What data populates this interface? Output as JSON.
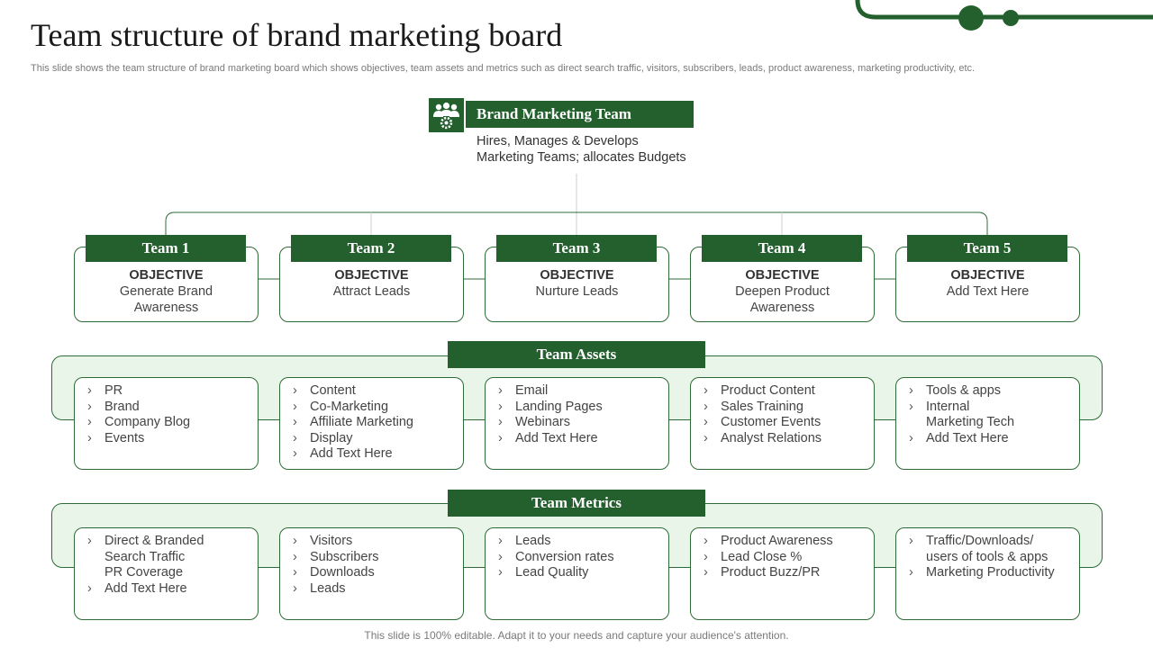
{
  "title": "Team structure of brand marketing board",
  "subtitle": "This slide shows the team structure of brand marketing board which shows objectives, team assets and metrics such as direct search traffic, visitors, subscribers, leads, product awareness, marketing productivity, etc.",
  "head": {
    "name": "Brand Marketing Team",
    "desc": [
      "Hires, Manages & Develops",
      "Marketing Teams; allocates Budgets"
    ],
    "icon": "team-gear-icon"
  },
  "objective_label": "OBJECTIVE",
  "teams": [
    {
      "name": "Team 1",
      "objective": [
        "Generate Brand",
        "Awareness"
      ]
    },
    {
      "name": "Team 2",
      "objective": [
        "Attract Leads"
      ]
    },
    {
      "name": "Team 3",
      "objective": [
        "Nurture Leads"
      ]
    },
    {
      "name": "Team 4",
      "objective": [
        "Deepen Product",
        "Awareness"
      ]
    },
    {
      "name": "Team 5",
      "objective": [
        "Add Text Here"
      ]
    }
  ],
  "assets_title": "Team Assets",
  "assets": [
    [
      {
        "t": "PR",
        "b": true
      },
      {
        "t": "Brand",
        "b": true
      },
      {
        "t": "Company Blog",
        "b": true
      },
      {
        "t": "Events",
        "b": true
      }
    ],
    [
      {
        "t": "Content",
        "b": true
      },
      {
        "t": "Co-Marketing",
        "b": true
      },
      {
        "t": "Affiliate Marketing",
        "b": true
      },
      {
        "t": "Display",
        "b": true
      },
      {
        "t": "Add Text Here",
        "b": true
      }
    ],
    [
      {
        "t": "Email",
        "b": true
      },
      {
        "t": "Landing Pages",
        "b": true
      },
      {
        "t": "Webinars",
        "b": true
      },
      {
        "t": "Add Text Here",
        "b": true
      }
    ],
    [
      {
        "t": "Product Content",
        "b": true
      },
      {
        "t": "Sales Training",
        "b": true
      },
      {
        "t": "Customer Events",
        "b": true
      },
      {
        "t": "Analyst Relations",
        "b": true
      }
    ],
    [
      {
        "t": "Tools & apps",
        "b": true
      },
      {
        "t": "Internal",
        "b": true
      },
      {
        "t": "Marketing Tech",
        "b": false
      },
      {
        "t": "Add Text Here",
        "b": true
      }
    ]
  ],
  "metrics_title": "Team Metrics",
  "metrics": [
    [
      {
        "t": "Direct & Branded",
        "b": true
      },
      {
        "t": "Search Traffic",
        "b": false
      },
      {
        "t": "PR Coverage",
        "b": false
      },
      {
        "t": "Add Text Here",
        "b": true
      }
    ],
    [
      {
        "t": "Visitors",
        "b": true
      },
      {
        "t": "Subscribers",
        "b": true
      },
      {
        "t": "Downloads",
        "b": true
      },
      {
        "t": "Leads",
        "b": true
      }
    ],
    [
      {
        "t": "Leads",
        "b": true
      },
      {
        "t": "Conversion rates",
        "b": true
      },
      {
        "t": "Lead Quality",
        "b": true
      }
    ],
    [
      {
        "t": "Product Awareness",
        "b": true
      },
      {
        "t": "Lead Close %",
        "b": true
      },
      {
        "t": "Product Buzz/PR",
        "b": true
      }
    ],
    [
      {
        "t": "Traffic/Downloads/",
        "b": true
      },
      {
        "t": "users of tools & apps",
        "b": false
      },
      {
        "t": "Marketing Productivity",
        "b": true
      }
    ]
  ],
  "footer": "This slide is 100% editable. Adapt it to your needs and capture your audience's attention.",
  "colors": {
    "primary": "#24602e",
    "panel": "#eaf5ea",
    "border": "#2e6b36"
  }
}
